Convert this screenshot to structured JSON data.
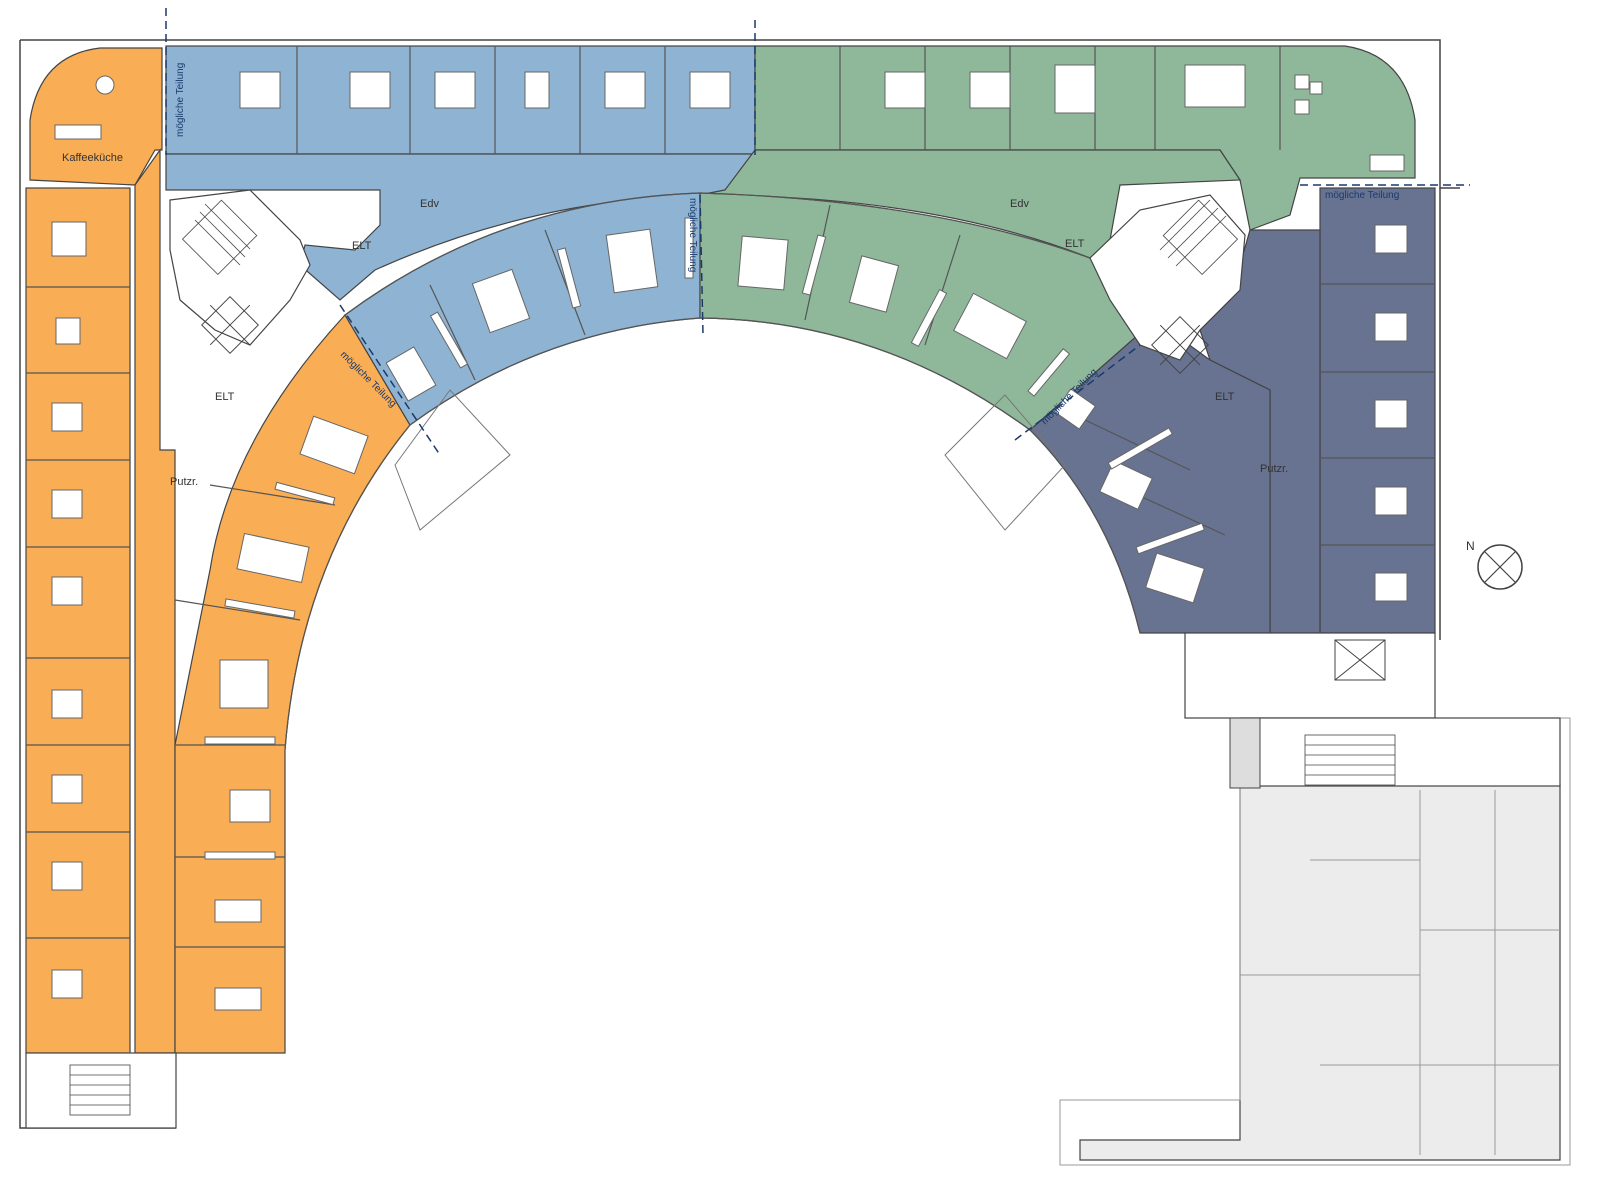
{
  "colors": {
    "orange": "#f9ad55",
    "blue": "#8fb4d3",
    "green": "#8fb89a",
    "navy": "#687391",
    "core": "#ffffff",
    "annex": "#ececec",
    "wall": "#444444"
  },
  "labels": {
    "kaffeekueche": "Kaffeeküche",
    "elt": "ELT",
    "edv": "Edv",
    "putzr": "Putzr.",
    "teilung": "mögliche Teilung",
    "north": "N"
  },
  "zones": [
    {
      "name": "west-wing",
      "color": "orange"
    },
    {
      "name": "north-west-wing",
      "color": "blue"
    },
    {
      "name": "north-east-wing",
      "color": "green"
    },
    {
      "name": "east-wing",
      "color": "navy"
    }
  ],
  "icons": {
    "compass": "north-arrow-icon",
    "stair": "staircase-icon",
    "elevator": "elevator-icon"
  }
}
